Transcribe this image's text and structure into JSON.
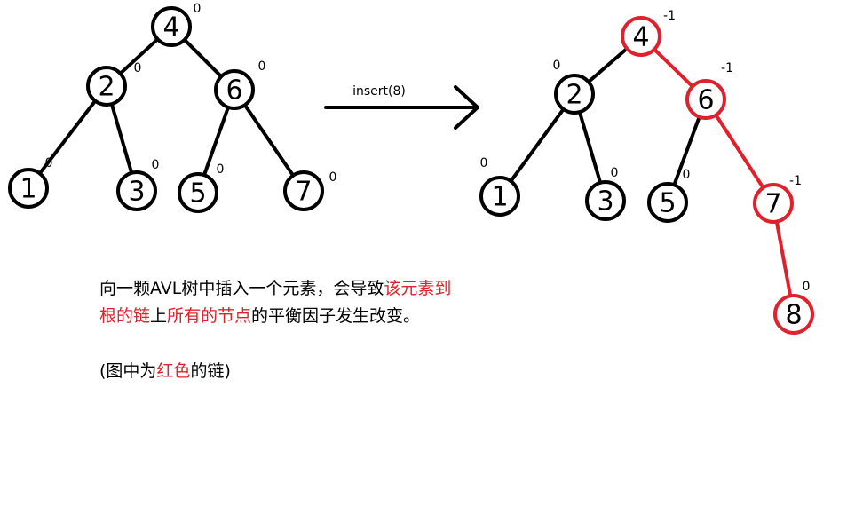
{
  "colors": {
    "normal": "#000000",
    "highlight": "#e0202a"
  },
  "operation": {
    "label": "insert(8)"
  },
  "trees": [
    {
      "name": "before",
      "nodes": [
        {
          "id": "b4",
          "value": "4",
          "bf": "0",
          "highlight": false
        },
        {
          "id": "b2",
          "value": "2",
          "bf": "0",
          "highlight": false
        },
        {
          "id": "b6",
          "value": "6",
          "bf": "0",
          "highlight": false
        },
        {
          "id": "b1",
          "value": "1",
          "bf": "0",
          "highlight": false
        },
        {
          "id": "b3",
          "value": "3",
          "bf": "0",
          "highlight": false
        },
        {
          "id": "b5",
          "value": "5",
          "bf": "0",
          "highlight": false
        },
        {
          "id": "b7",
          "value": "7",
          "bf": "0",
          "highlight": false
        }
      ],
      "edges": [
        {
          "from": "b4",
          "to": "b2",
          "highlight": false
        },
        {
          "from": "b4",
          "to": "b6",
          "highlight": false
        },
        {
          "from": "b2",
          "to": "b1",
          "highlight": false
        },
        {
          "from": "b2",
          "to": "b3",
          "highlight": false
        },
        {
          "from": "b6",
          "to": "b5",
          "highlight": false
        },
        {
          "from": "b6",
          "to": "b7",
          "highlight": false
        }
      ]
    },
    {
      "name": "after",
      "nodes": [
        {
          "id": "a4",
          "value": "4",
          "bf": "-1",
          "highlight": true
        },
        {
          "id": "a2",
          "value": "2",
          "bf": "0",
          "highlight": false
        },
        {
          "id": "a6",
          "value": "6",
          "bf": "-1",
          "highlight": true
        },
        {
          "id": "a1",
          "value": "1",
          "bf": "0",
          "highlight": false
        },
        {
          "id": "a3",
          "value": "3",
          "bf": "0",
          "highlight": false
        },
        {
          "id": "a5",
          "value": "5",
          "bf": "0",
          "highlight": false
        },
        {
          "id": "a7",
          "value": "7",
          "bf": "-1",
          "highlight": true
        },
        {
          "id": "a8",
          "value": "8",
          "bf": "0",
          "highlight": true
        }
      ],
      "edges": [
        {
          "from": "a4",
          "to": "a2",
          "highlight": false
        },
        {
          "from": "a4",
          "to": "a6",
          "highlight": true
        },
        {
          "from": "a2",
          "to": "a1",
          "highlight": false
        },
        {
          "from": "a2",
          "to": "a3",
          "highlight": false
        },
        {
          "from": "a6",
          "to": "a5",
          "highlight": false
        },
        {
          "from": "a6",
          "to": "a7",
          "highlight": true
        },
        {
          "from": "a7",
          "to": "a8",
          "highlight": true
        }
      ]
    }
  ],
  "caption": {
    "line1_plain": "向一颗AVL树中插入一个元素，会导致",
    "line1_red": "该元素到",
    "line2_red1": "根的链",
    "line2_plain1": "上",
    "line2_red2": "所有的节点",
    "line2_plain2": "的平衡因子发生改变。",
    "line3_plain1": "(图中为",
    "line3_red": "红色",
    "line3_plain2": "的链)"
  }
}
